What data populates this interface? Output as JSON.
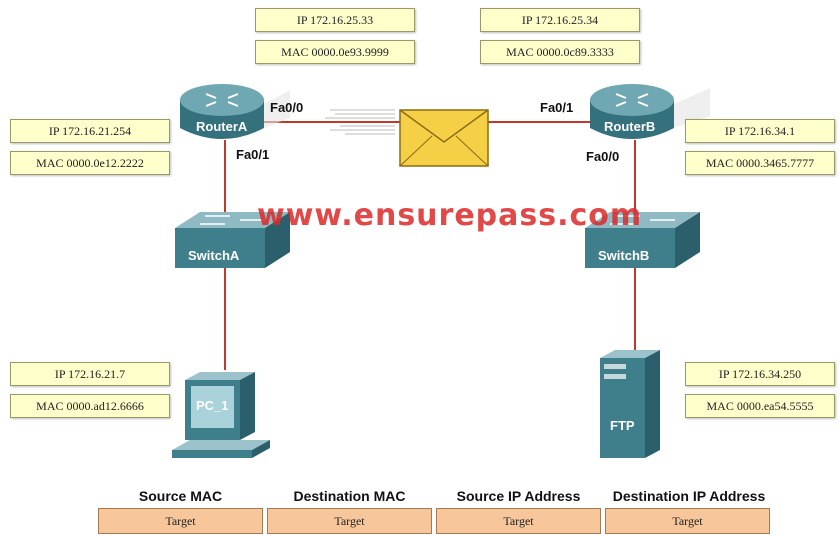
{
  "routerA": {
    "name": "RouterA",
    "ip": "IP 172.16.21.254",
    "mac": "MAC 0000.0e12.2222",
    "fa00_ip": "IP 172.16.25.33",
    "fa00_mac": "MAC 0000.0e93.9999",
    "fa00_label": "Fa0/0",
    "fa01_label": "Fa0/1"
  },
  "routerB": {
    "name": "RouterB",
    "ip": "IP 172.16.34.1",
    "mac": "MAC 0000.3465.7777",
    "fa01_ip": "IP 172.16.25.34",
    "fa01_mac": "MAC 0000.0c89.3333",
    "fa01_label": "Fa0/1",
    "fa00_label": "Fa0/0"
  },
  "switchA": {
    "name": "SwitchA"
  },
  "switchB": {
    "name": "SwitchB"
  },
  "pc": {
    "name": "PC_1",
    "ip": "IP 172.16.21.7",
    "mac": "MAC 0000.ad12.6666"
  },
  "ftp": {
    "name": "FTP",
    "ip": "IP 172.16.34.250",
    "mac": "MAC 0000.ea54.5555"
  },
  "watermark": "www.ensurepass.com",
  "targets": [
    {
      "label": "Source MAC",
      "value": "Target"
    },
    {
      "label": "Destination MAC",
      "value": "Target"
    },
    {
      "label": "Source IP Address",
      "value": "Target"
    },
    {
      "label": "Destination IP Address",
      "value": "Target"
    }
  ],
  "colors": {
    "link": "#c0392b",
    "device": "#3f7f8c",
    "label_bg": "#ffffcc",
    "target_bg": "#f7c69a"
  }
}
